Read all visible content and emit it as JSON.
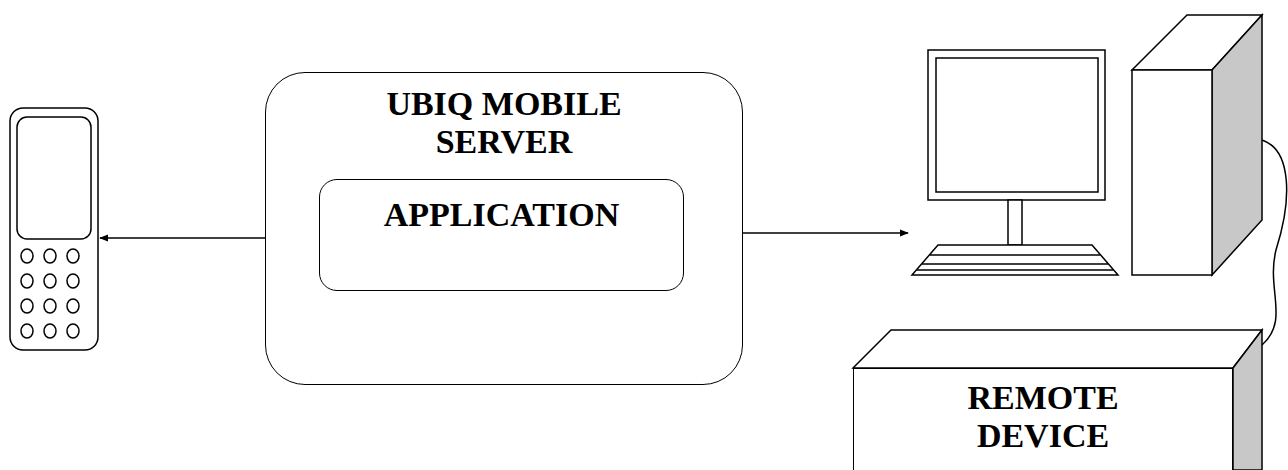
{
  "diagram": {
    "nodes": [
      {
        "text": [
          "UBIQ MOBILE SERVER"
        ]
      },
      {
        "text": [
          "APPLICATION"
        ],
        "in": 0
      },
      {
        "text": [
          "REMOTE DEVICE"
        ]
      }
    ]
  }
}
